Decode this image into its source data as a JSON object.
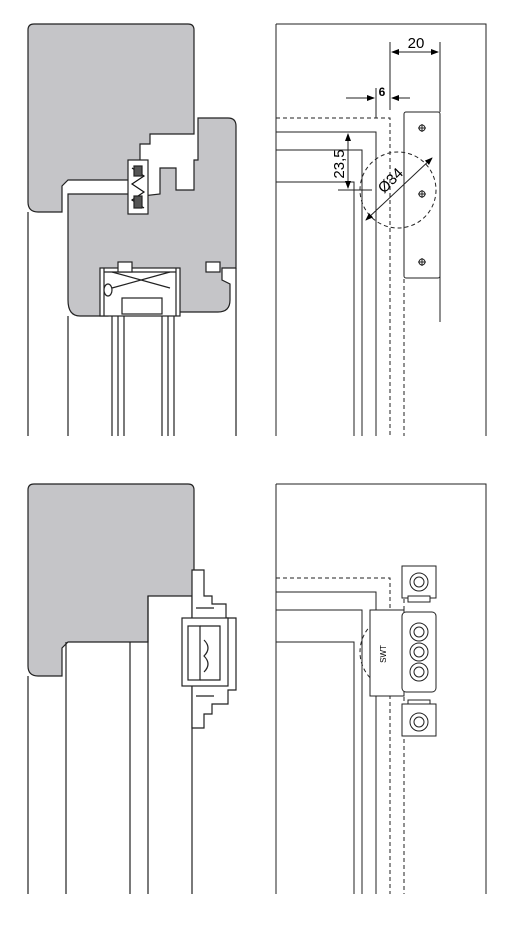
{
  "diagram": {
    "top_view": {
      "dim_width": "20",
      "dim_offset": "6",
      "dim_height": "23,5",
      "dim_diameter": "Ø34"
    },
    "bottom_view": {
      "part_label": "SWT"
    },
    "colors": {
      "profile_fill": "#c5c5c8",
      "line": "#222222",
      "background": "#ffffff"
    }
  }
}
